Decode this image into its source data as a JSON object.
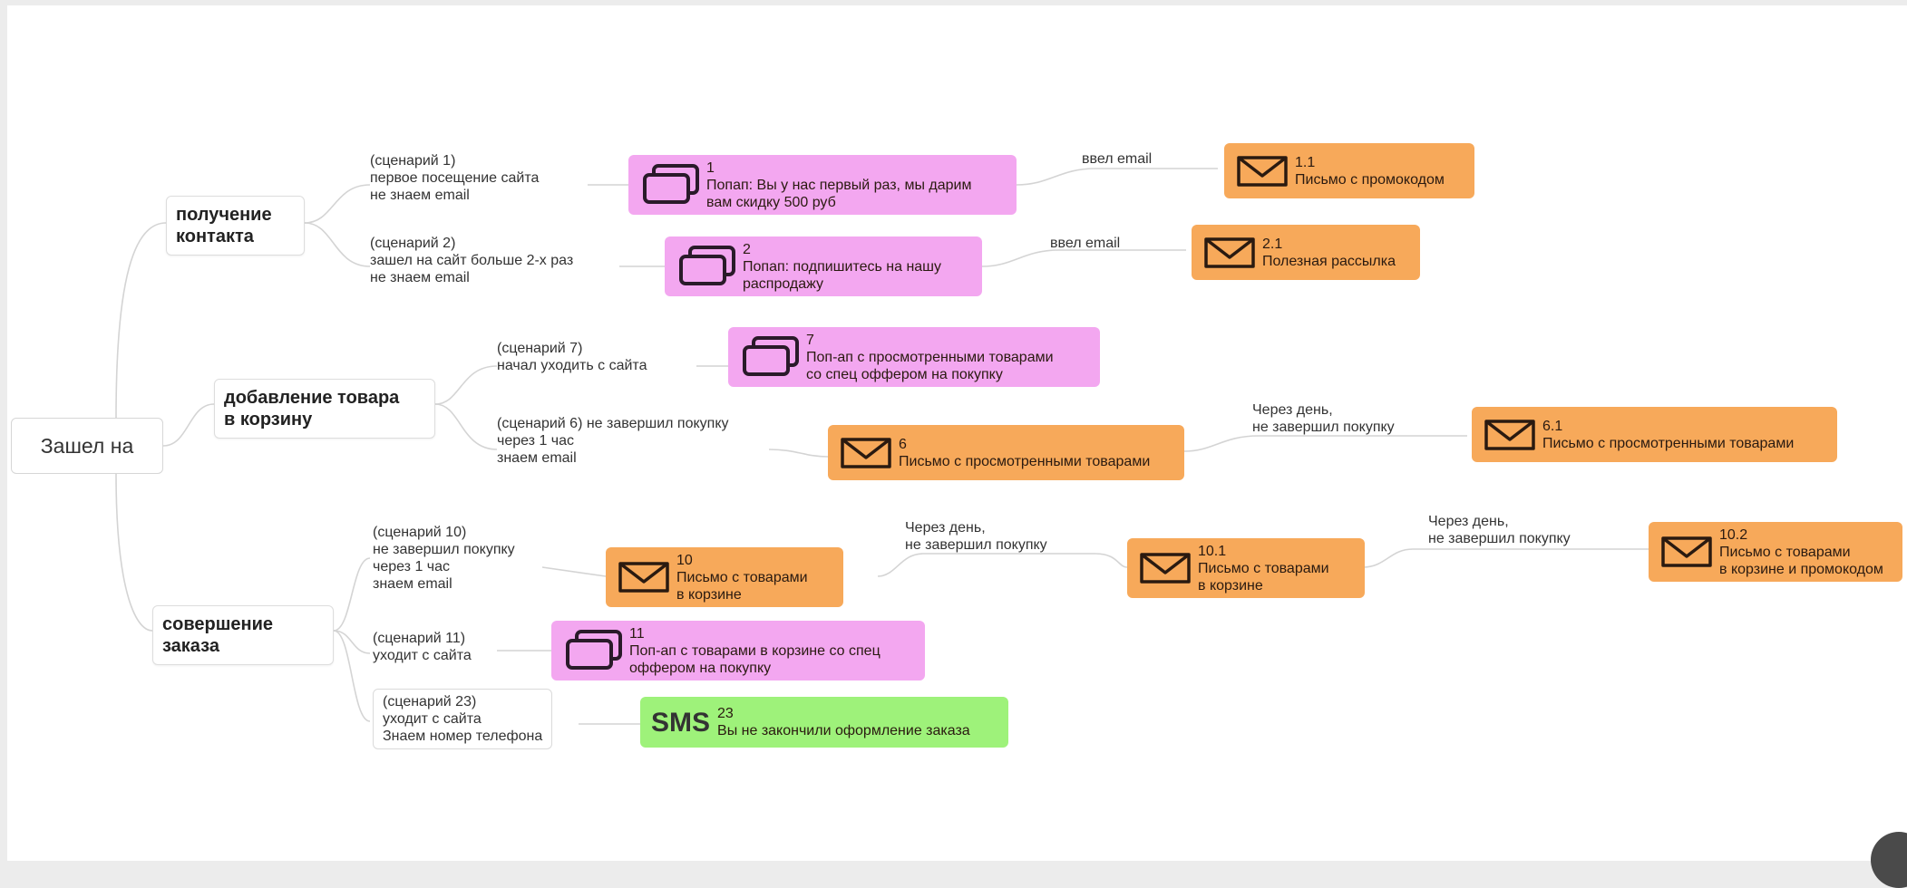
{
  "root": {
    "label": "Зашел на"
  },
  "branches": {
    "contact": "получение\nконтакта",
    "cart": "добавление товара\nв корзину",
    "order": "совершение\nзаказа"
  },
  "scenarios": {
    "s1": "(сценарий 1)\nпервое посещение сайта\nне знаем email",
    "s2": "(сценарий 2)\nзашел на сайт больше 2-х раз\nне знаем email",
    "s7": "(сценарий 7)\nначал уходить с сайта",
    "s6": "(сценарий 6) не завершил покупку\nчерез 1 час\nзнаем email",
    "s10": "(сценарий 10)\nне завершил покупку\nчерез 1 час\nзнаем email",
    "s11": "(сценарий 11)\nуходит с сайта",
    "s23": "(сценарий 23)\nуходит с сайта\nЗнаем номер телефона"
  },
  "edge_labels": {
    "e1": "ввел email",
    "e2": "ввел email",
    "e6": "Через день,\nне завершил покупку",
    "e10": "Через день,\nне завершил покупку",
    "e101": "Через день,\nне завершил покупку"
  },
  "cards": {
    "c1": {
      "num": "1",
      "text": "Попап: Вы у нас первый раз, мы дарим\nвам скидку 500 руб",
      "icon": "popup-windows-icon",
      "color": "#f3a7f0"
    },
    "c11": {
      "num": "1.1",
      "text": "Письмо с промокодом",
      "icon": "envelope-icon",
      "color": "#f7a95a"
    },
    "c2": {
      "num": "2",
      "text": "Попап: подпишитесь на нашу\nраспродажу",
      "icon": "popup-windows-icon",
      "color": "#f3a7f0"
    },
    "c21": {
      "num": "2.1",
      "text": "Полезная рассылка",
      "icon": "envelope-icon",
      "color": "#f7a95a"
    },
    "c7": {
      "num": "7",
      "text": "Поп-ап с просмотренными товарами\nсо спец оффером на покупку",
      "icon": "popup-windows-icon",
      "color": "#f3a7f0"
    },
    "c6": {
      "num": "6",
      "text": "Письмо с просмотренными товарами",
      "icon": "envelope-icon",
      "color": "#f7a95a"
    },
    "c61": {
      "num": "6.1",
      "text": "Письмо с просмотренными товарами",
      "icon": "envelope-icon",
      "color": "#f7a95a"
    },
    "c10": {
      "num": "10",
      "text": "Письмо с товарами\nв корзине",
      "icon": "envelope-icon",
      "color": "#f7a95a"
    },
    "c101": {
      "num": "10.1",
      "text": "Письмо с товарами\nв корзине",
      "icon": "envelope-icon",
      "color": "#f7a95a"
    },
    "c102": {
      "num": "10.2",
      "text": "Письмо с товарами\nв корзине и промокодом",
      "icon": "envelope-icon",
      "color": "#f7a95a"
    },
    "c11b": {
      "num": "11",
      "text": "Поп-ап с товарами в корзине со спец\nоффером на покупку",
      "icon": "popup-windows-icon",
      "color": "#f3a7f0"
    },
    "c23": {
      "num": "23",
      "text": "Вы не закончили оформление заказа",
      "icon": "sms-badge",
      "badge": "SMS",
      "color": "#9ef27a"
    }
  }
}
